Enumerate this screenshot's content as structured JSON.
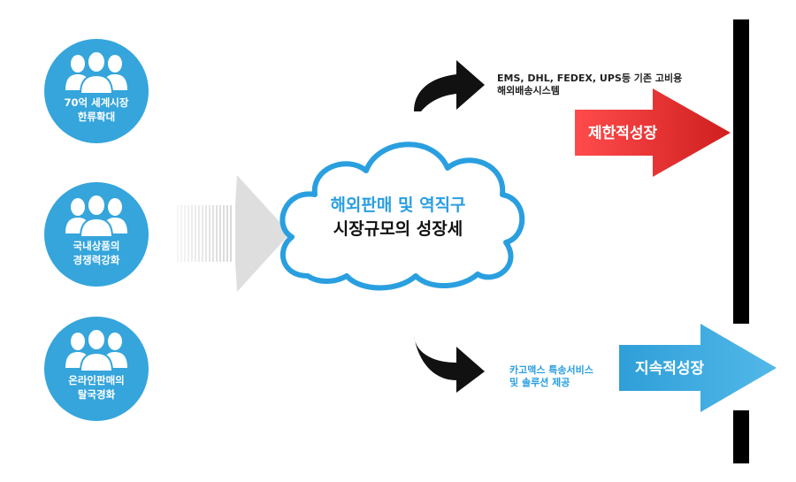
{
  "drivers": [
    {
      "line1": "70억 세계시장",
      "line2": "한류확대",
      "icon": "people-group-icon"
    },
    {
      "line1": "국내상품의",
      "line2": "경쟁력강화",
      "icon": "people-group-icon"
    },
    {
      "line1": "온라인판매의",
      "line2": "탈국경화",
      "icon": "people-group-icon"
    }
  ],
  "cloud": {
    "line1": "해외판매 및 역직구",
    "line2": "시장규모의 성장세"
  },
  "upper_path": {
    "note_line1": "EMS, DHL, FEDEX, UPS등 기존 고비용",
    "note_line2": "해외배송시스템",
    "result": "제한적성장"
  },
  "lower_path": {
    "note_line1": "카고맥스 특송서비스",
    "note_line2": "및 솔루션 제공",
    "result": "지속적성장"
  },
  "colors": {
    "circle": "#35a5dc",
    "cloud_outline": "#2a9fe0",
    "limited_arrow": "#e02626",
    "sustained_arrow": "#35a5dc",
    "barrier": "#000000"
  }
}
